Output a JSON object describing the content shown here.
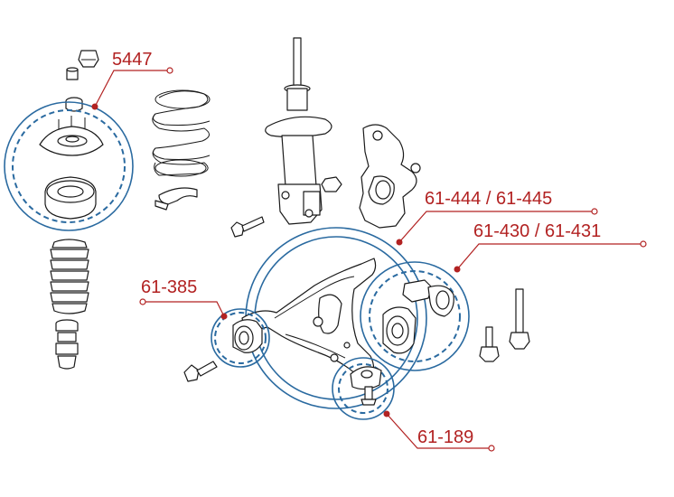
{
  "colors": {
    "callout": "#b22222",
    "ring": "#2a6aa0",
    "line_art": "#1a1a1a"
  },
  "callouts": {
    "mount": "5447",
    "lower_arm": "61-444 / 61-445",
    "rear_bushing": "61-430 / 61-431",
    "front_bushing": "61-385",
    "ball_joint": "61-189"
  }
}
